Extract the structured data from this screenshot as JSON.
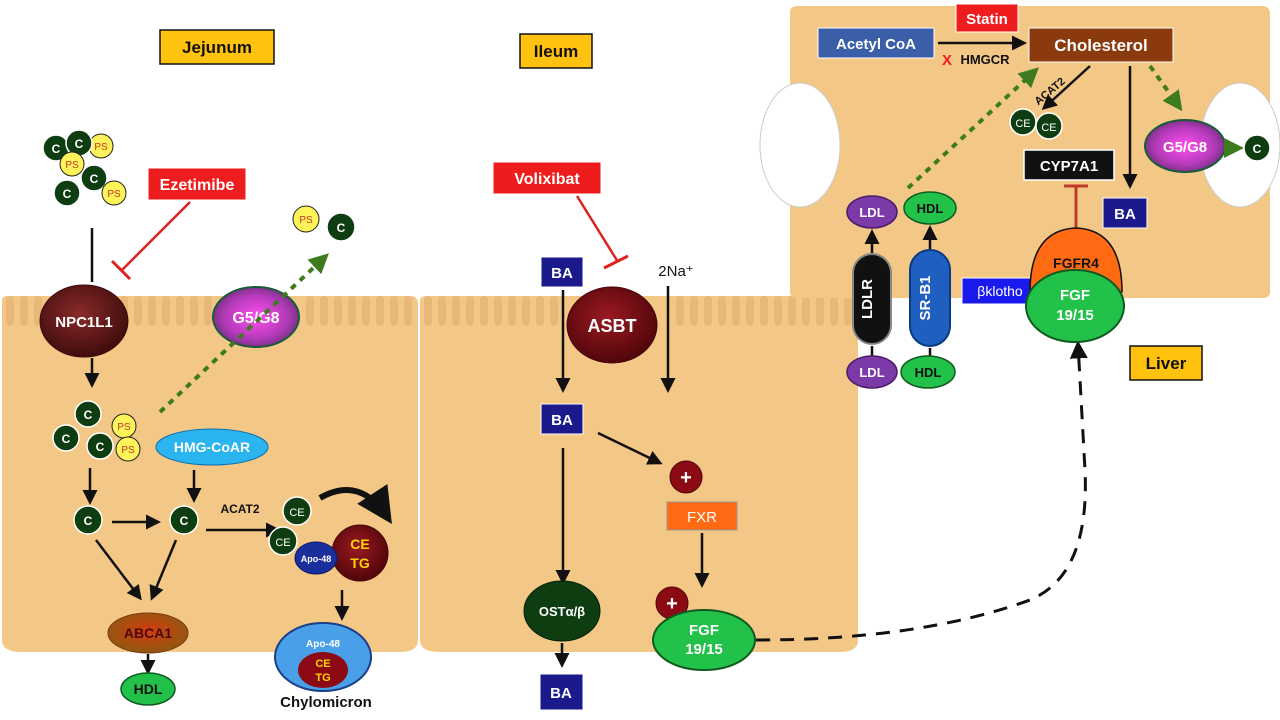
{
  "regions": {
    "jejunum": "Jejunum",
    "ileum": "Ileum",
    "liver": "Liver"
  },
  "drugs": {
    "ezetimibe": "Ezetimibe",
    "volixibat": "Volixibat",
    "statin": "Statin"
  },
  "jejunum": {
    "c": "C",
    "ps": "PS",
    "npc1l1": "NPC1L1",
    "g5g8": "G5/G8",
    "hmgcoar": "HMG-CoAR",
    "acat2": "ACAT2",
    "ce": "CE",
    "tg": "TG",
    "apo48": "Apo-48",
    "abca1": "ABCA1",
    "hdl": "HDL",
    "chylomicron": "Chylomicron"
  },
  "ileum": {
    "ba": "BA",
    "two_na": "2Na⁺",
    "asbt": "ASBT",
    "plus": "+",
    "fxr": "FXR",
    "ost": "OSTα/β",
    "fgf_line1": "FGF",
    "fgf_line2": "19/15"
  },
  "liver": {
    "acetyl_coa": "Acetyl CoA",
    "cholesterol": "Cholesterol",
    "x_mark": "X",
    "hmgcr": "HMGCR",
    "acat2": "ACAT2",
    "ce": "CE",
    "cyp7a1": "CYP7A1",
    "g5g8": "G5/G8",
    "c": "C",
    "ba": "BA",
    "ldl": "LDL",
    "hdl": "HDL",
    "ldlr": "LDLR",
    "srb1": "SR-B1",
    "bklotho": "βklotho",
    "fgfr4": "FGFR4",
    "fgf_line1": "FGF",
    "fgf_line2": "19/15"
  },
  "colors": {
    "cell": "#f3c886",
    "cell_top": "#e8b879",
    "drug_red": "#ee1c1c",
    "label_yellow": "#ffc20e",
    "dark_green": "#0f3d12",
    "ps_yellow": "#fff35a",
    "ba_blue": "#1a1a8c",
    "bright_green": "#22c24a",
    "maroon": "#7a0a10",
    "dotted_green": "#3e7a1e",
    "orange": "#ff6a13",
    "purple": "#7c3aa8",
    "cholesterol_brown": "#8b3a0e",
    "acetyl_blue": "#3a5fa8"
  }
}
